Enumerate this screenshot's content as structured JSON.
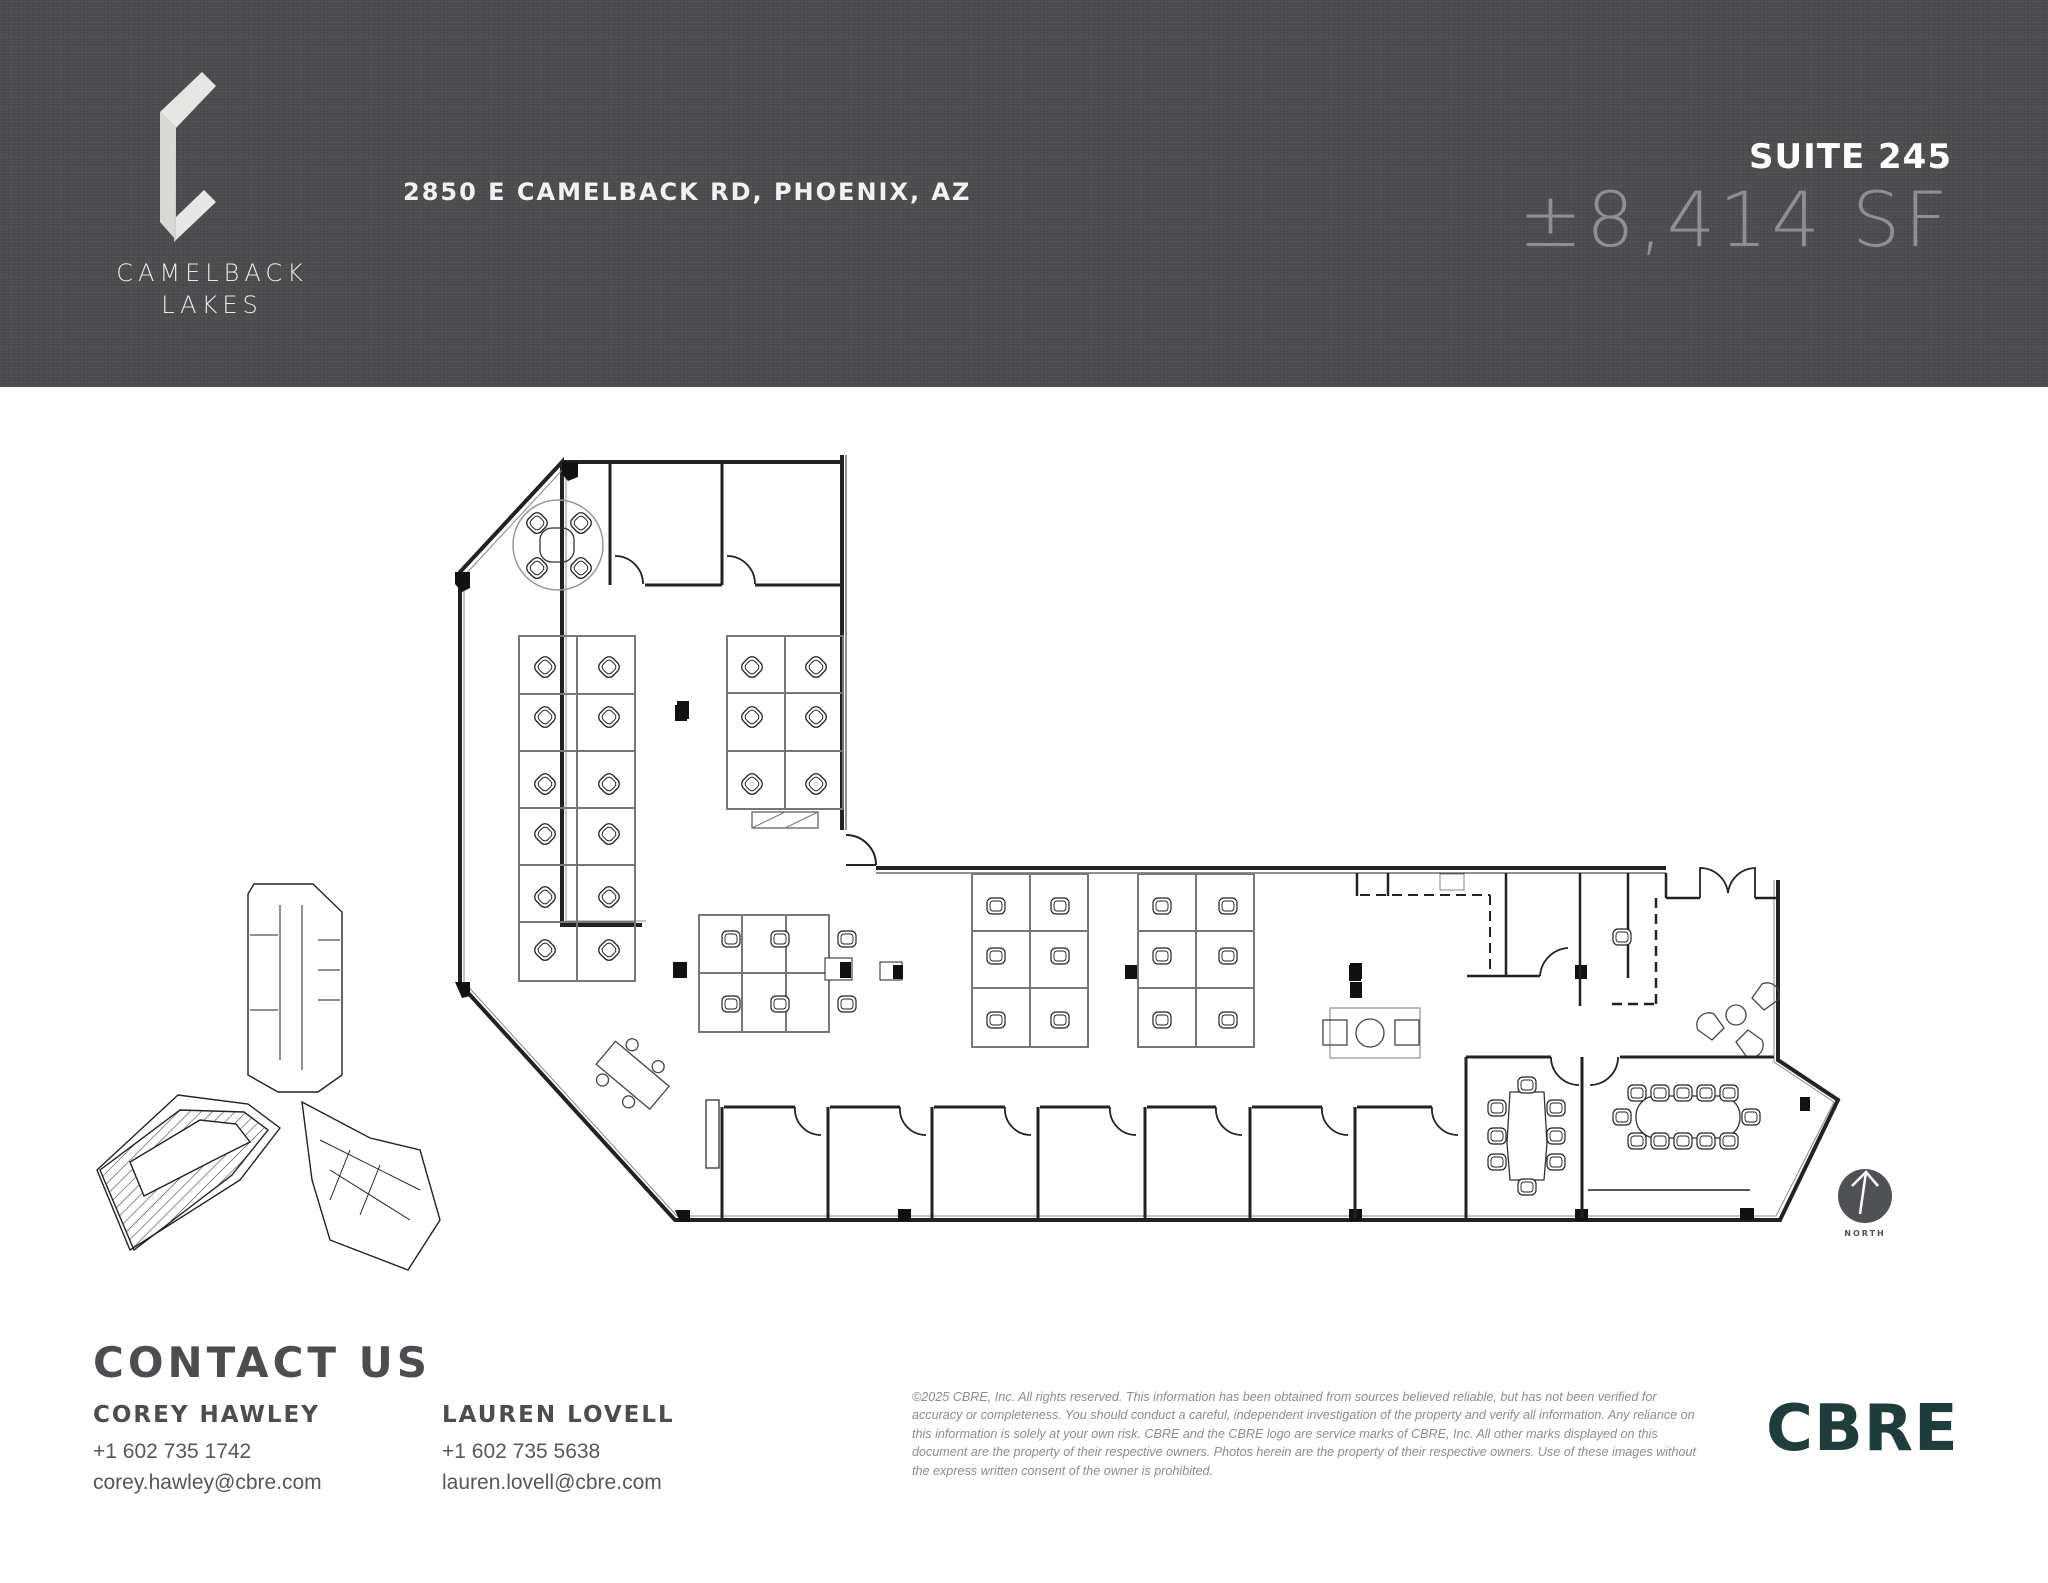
{
  "header": {
    "brand_line1": "CAMELBACK",
    "brand_line2": "LAKES",
    "address": "2850 E CAMELBACK RD, PHOENIX, AZ",
    "suite": "SUITE 245",
    "square_feet": "±8,414 SF",
    "colors": {
      "band": "#4a4b4d",
      "suite": "#ffffff",
      "sf": "#8d8f92"
    }
  },
  "floor_plan": {
    "north_label": "NORTH",
    "icons": [
      "camelback-c-logo",
      "north-arrow-icon",
      "key-plan-building"
    ]
  },
  "contact": {
    "title": "CONTACT US",
    "people": [
      {
        "name": "COREY HAWLEY",
        "phone": "+1 602 735 1742",
        "email": "corey.hawley@cbre.com"
      },
      {
        "name": "LAUREN LOVELL",
        "phone": "+1 602 735 5638",
        "email": "lauren.lovell@cbre.com"
      }
    ]
  },
  "footer": {
    "disclaimer": "©2025 CBRE, Inc. All rights reserved. This information has been obtained from sources believed reliable, but has not been verified for accuracy or completeness. You should conduct a careful, independent investigation of the property and verify all information. Any reliance on this information is solely at your own risk. CBRE and the CBRE logo are service marks of CBRE, Inc. All other marks displayed on this document are the property of their respective owners. Photos herein are the property of their respective owners. Use of these images without the express written consent of the owner is prohibited.",
    "brand": "CBRE",
    "brand_color": "#1f3d3a"
  }
}
